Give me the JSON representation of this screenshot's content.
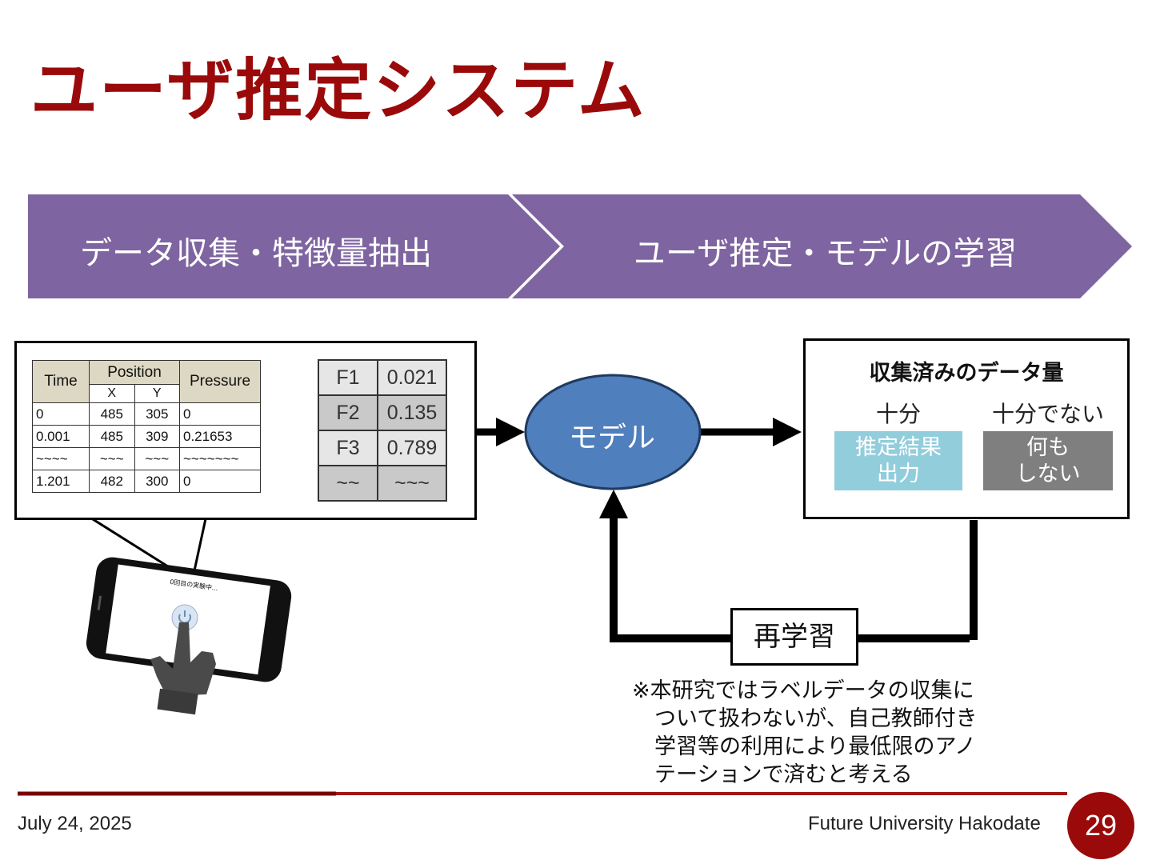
{
  "slide": {
    "title": "ユーザ推定システム",
    "date": "July 24, 2025",
    "organization": "Future University Hakodate",
    "page_number": "29",
    "colors": {
      "title": "#9a0a0a",
      "banner": "#7e64a0",
      "model": "#4f7fbd",
      "enough": "#92cddc",
      "not_enough": "#7f7f7f",
      "header_cell": "#ddd8c3"
    }
  },
  "banner": {
    "step1": "データ収集・特徴量抽出",
    "step2": "ユーザ推定・モデルの学習"
  },
  "raw_table": {
    "headers": {
      "time": "Time",
      "position": "Position",
      "x": "X",
      "y": "Y",
      "pressure": "Pressure"
    },
    "rows": [
      [
        "0",
        "485",
        "305",
        "0"
      ],
      [
        "0.001",
        "485",
        "309",
        "0.21653"
      ],
      [
        "~~~~",
        "~~~",
        "~~~",
        "~~~~~~~"
      ],
      [
        "1.201",
        "482",
        "300",
        "0"
      ]
    ]
  },
  "feature_table": {
    "rows": [
      [
        "F1",
        "0.021"
      ],
      [
        "F2",
        "0.135"
      ],
      [
        "F3",
        "0.789"
      ],
      [
        "~~",
        "~~~"
      ]
    ]
  },
  "phone": {
    "screen_text": "0回目の実験中...",
    "icon": "power-icon",
    "hand_icon": "pointing-hand-icon"
  },
  "model": {
    "label": "モデル"
  },
  "result": {
    "title": "収集済みのデータ量",
    "enough_label": "十分",
    "not_enough_label": "十分でない",
    "enough_action_line1": "推定結果",
    "enough_action_line2": "出力",
    "not_enough_action_line1": "何も",
    "not_enough_action_line2": "しない"
  },
  "retrain": {
    "label": "再学習"
  },
  "note": {
    "line1": "※本研究ではラベルデータの収集に",
    "line2": "ついて扱わないが、自己教師付き",
    "line3": "学習等の利用により最低限のアノ",
    "line4": "テーションで済むと考える"
  }
}
